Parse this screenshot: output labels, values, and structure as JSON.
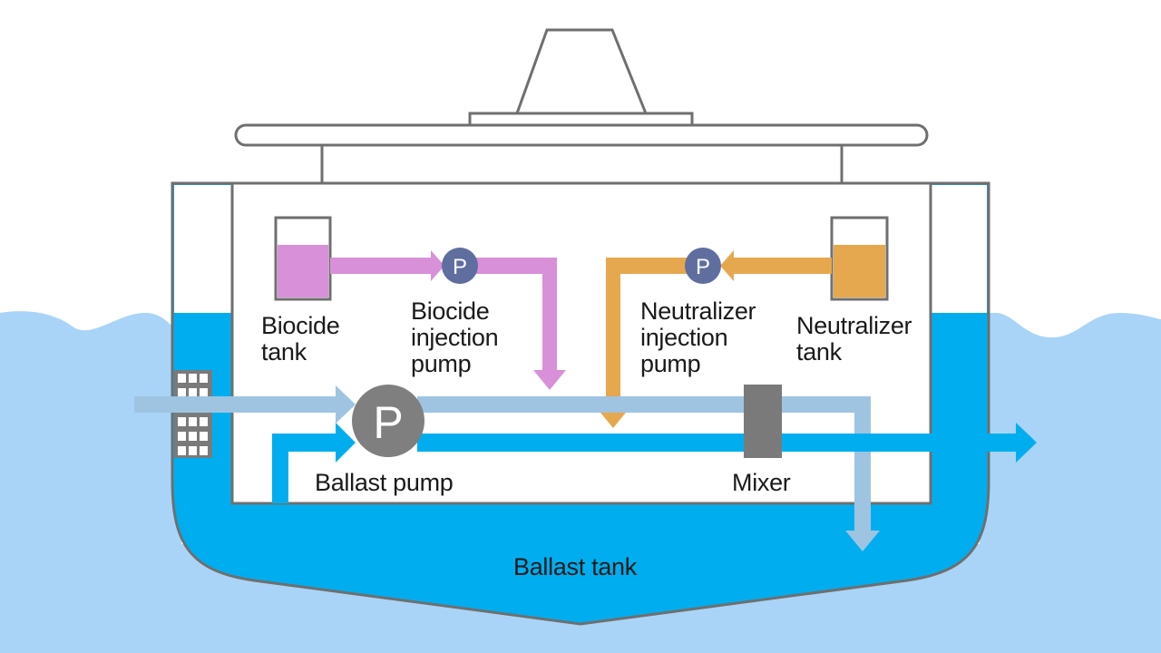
{
  "labels": {
    "biocide_tank": [
      "Biocide",
      "tank"
    ],
    "biocide_pump": [
      "Biocide",
      "injection",
      "pump"
    ],
    "neutralizer_pump": [
      "Neutralizer",
      "injection",
      "pump"
    ],
    "neutralizer_tank": [
      "Neutralizer",
      "tank"
    ],
    "ballast_pump": "Ballast pump",
    "mixer": "Mixer",
    "ballast_tank": "Ballast tank",
    "pump_symbol": "P"
  },
  "colors": {
    "sea": "#a9d4f7",
    "ballast_water": "#00aeef",
    "intake_pipe": "#9ec4e2",
    "biocide": "#d890d8",
    "neutralizer": "#e6a84e",
    "pump_small": "#5f6e9f",
    "pump_ballast": "#7f7f7f",
    "outline": "#6f6f6f"
  }
}
